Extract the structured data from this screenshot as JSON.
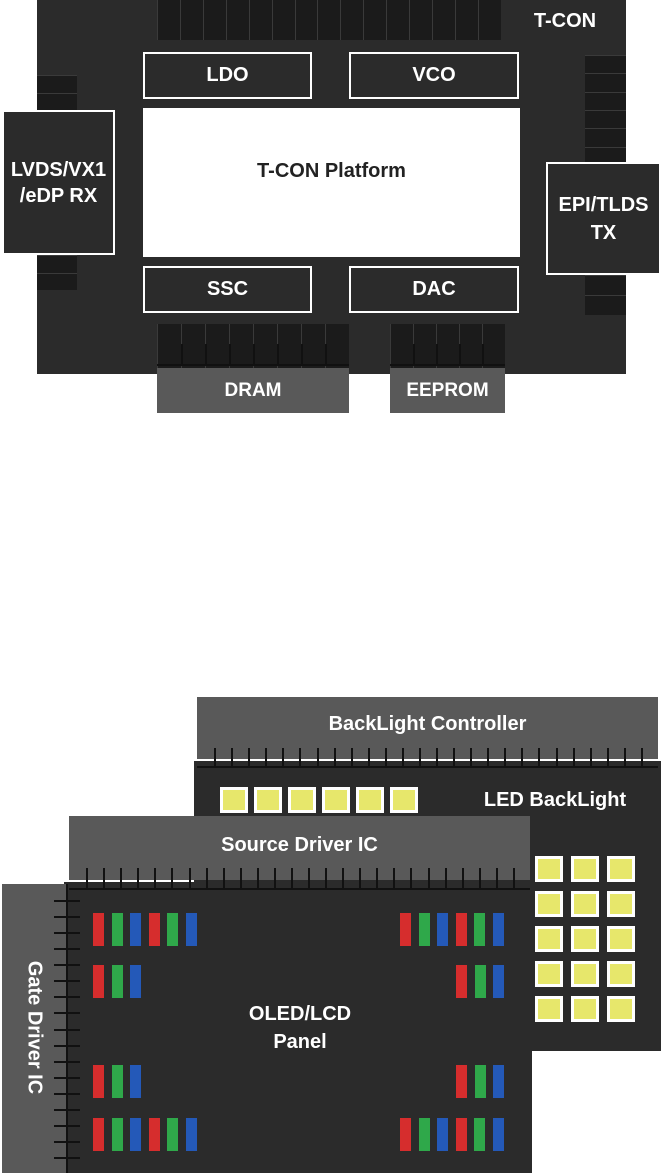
{
  "tcon": {
    "title": "T-CON",
    "platform": "T-CON Platform",
    "ldo": "LDO",
    "vco": "VCO",
    "ssc": "SSC",
    "dac": "DAC",
    "rx_line1": "LVDS/VX1",
    "rx_line2": "/eDP RX",
    "tx_line1": "EPI/TLDS",
    "tx_line2": "TX",
    "dram": "DRAM",
    "eeprom": "EEPROM"
  },
  "panel": {
    "backlight_controller": "BackLight Controller",
    "led_backlight": "LED BackLight",
    "source_driver": "Source Driver IC",
    "gate_driver": "Gate Driver IC",
    "panel_line1": "OLED/LCD",
    "panel_line2": "Panel"
  },
  "colors": {
    "chip": "#2b2b2b",
    "gray": "#595959",
    "led": "#e7e76b",
    "red": "#d62d2d",
    "green": "#2fa84a",
    "blue": "#2459b8"
  }
}
